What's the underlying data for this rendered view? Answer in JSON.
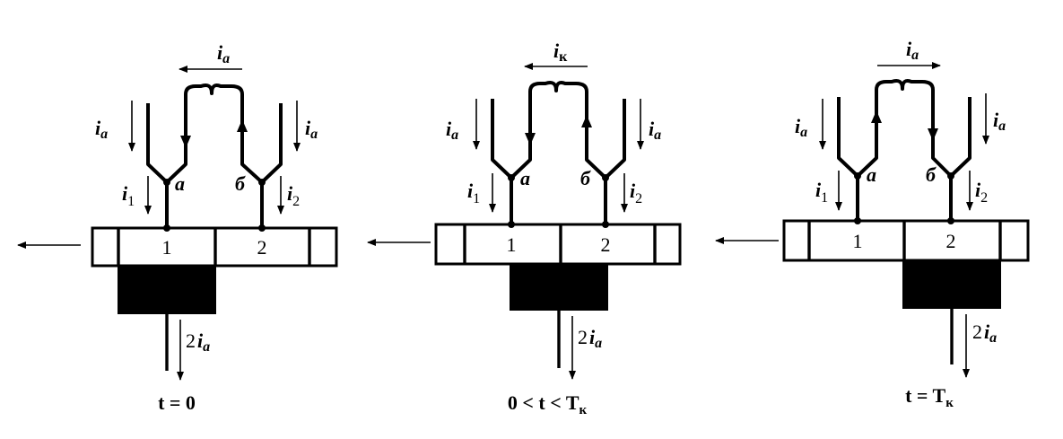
{
  "panels": [
    {
      "top_current_main": "i",
      "top_current_sub": "a",
      "left_current_main": "i",
      "left_current_sub": "a",
      "right_current_main": "i",
      "right_current_sub": "a",
      "point_a": "a",
      "point_b": "б",
      "branch1_main": "i",
      "branch1_sub": "1",
      "branch2_main": "i",
      "branch2_sub": "2",
      "segment1": "1",
      "segment2": "2",
      "brush_current_coef": "2",
      "brush_current_main": "i",
      "brush_current_sub": "a",
      "caption_main": "t = 0",
      "caption_sub": ""
    },
    {
      "top_current_main": "i",
      "top_current_sub": "к",
      "left_current_main": "i",
      "left_current_sub": "a",
      "right_current_main": "i",
      "right_current_sub": "a",
      "point_a": "a",
      "point_b": "б",
      "branch1_main": "i",
      "branch1_sub": "1",
      "branch2_main": "i",
      "branch2_sub": "2",
      "segment1": "1",
      "segment2": "2",
      "brush_current_coef": "2",
      "brush_current_main": "i",
      "brush_current_sub": "a",
      "caption_main": "0 < t < T",
      "caption_sub": "к"
    },
    {
      "top_current_main": "i",
      "top_current_sub": "a",
      "left_current_main": "i",
      "left_current_sub": "a",
      "right_current_main": "i",
      "right_current_sub": "a",
      "point_a": "a",
      "point_b": "б",
      "branch1_main": "i",
      "branch1_sub": "1",
      "branch2_main": "i",
      "branch2_sub": "2",
      "segment1": "1",
      "segment2": "2",
      "brush_current_coef": "2",
      "brush_current_main": "i",
      "brush_current_sub": "a",
      "caption_main": "t = T",
      "caption_sub": "к"
    }
  ]
}
